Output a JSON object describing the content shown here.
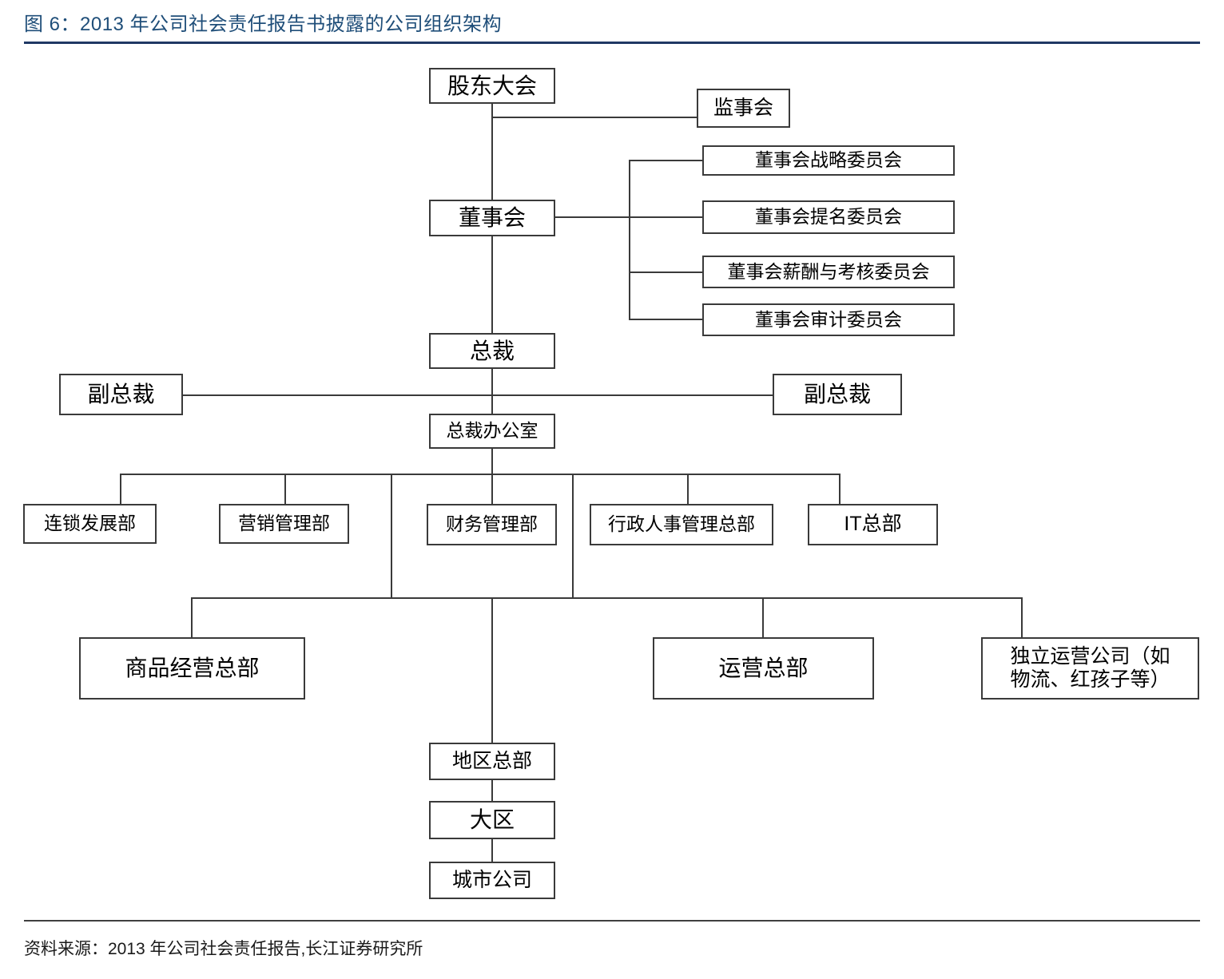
{
  "figure": {
    "title": "图 6：2013 年公司社会责任报告书披露的公司组织架构",
    "source": "资料来源：2013 年公司社会责任报告,长江证券研究所",
    "title_color": "#1f4e79",
    "rule_color": "#1f3864",
    "box_border_color": "#3a3a3a"
  },
  "chart_data": {
    "type": "diagram",
    "title": "图 6：2013 年公司社会责任报告书披露的公司组织架构",
    "nodes": [
      {
        "id": "shareholders",
        "label": "股东大会"
      },
      {
        "id": "supervisors",
        "label": "监事会"
      },
      {
        "id": "board",
        "label": "董事会"
      },
      {
        "id": "strategy_cmte",
        "label": "董事会战略委员会"
      },
      {
        "id": "nomination_cmte",
        "label": "董事会提名委员会"
      },
      {
        "id": "remuneration_cmte",
        "label": "董事会薪酬与考核委员会"
      },
      {
        "id": "audit_cmte",
        "label": "董事会审计委员会"
      },
      {
        "id": "president",
        "label": "总裁"
      },
      {
        "id": "vp_left",
        "label": "副总裁"
      },
      {
        "id": "vp_right",
        "label": "副总裁"
      },
      {
        "id": "president_office",
        "label": "总裁办公室"
      },
      {
        "id": "chain_dev",
        "label": "连锁发展部"
      },
      {
        "id": "marketing_mgmt",
        "label": "营销管理部"
      },
      {
        "id": "finance_mgmt",
        "label": "财务管理部"
      },
      {
        "id": "admin_hr_hq",
        "label": "行政人事管理总部"
      },
      {
        "id": "it_hq",
        "label": "IT总部"
      },
      {
        "id": "merchandise_hq",
        "label": "商品经营总部"
      },
      {
        "id": "operations_hq",
        "label": "运营总部"
      },
      {
        "id": "independent_cos",
        "label": "独立运营公司（如物流、红孩子等）"
      },
      {
        "id": "regional_hq",
        "label": "地区总部"
      },
      {
        "id": "big_region",
        "label": "大区"
      },
      {
        "id": "city_company",
        "label": "城市公司"
      }
    ],
    "edges": [
      {
        "from": "shareholders",
        "to": "supervisors"
      },
      {
        "from": "shareholders",
        "to": "board"
      },
      {
        "from": "board",
        "to": "strategy_cmte"
      },
      {
        "from": "board",
        "to": "nomination_cmte"
      },
      {
        "from": "board",
        "to": "remuneration_cmte"
      },
      {
        "from": "board",
        "to": "audit_cmte"
      },
      {
        "from": "board",
        "to": "president"
      },
      {
        "from": "president",
        "to": "vp_left"
      },
      {
        "from": "president",
        "to": "vp_right"
      },
      {
        "from": "president",
        "to": "president_office"
      },
      {
        "from": "president_office",
        "to": "chain_dev"
      },
      {
        "from": "president_office",
        "to": "marketing_mgmt"
      },
      {
        "from": "president_office",
        "to": "finance_mgmt"
      },
      {
        "from": "president_office",
        "to": "admin_hr_hq"
      },
      {
        "from": "president_office",
        "to": "it_hq"
      },
      {
        "from": "president_office",
        "to": "merchandise_hq"
      },
      {
        "from": "president_office",
        "to": "operations_hq"
      },
      {
        "from": "president_office",
        "to": "independent_cos"
      },
      {
        "from": "president_office",
        "to": "regional_hq"
      },
      {
        "from": "regional_hq",
        "to": "big_region"
      },
      {
        "from": "big_region",
        "to": "city_company"
      }
    ]
  },
  "nodes": {
    "shareholders": "股东大会",
    "supervisors": "监事会",
    "board": "董事会",
    "strategy_cmte": "董事会战略委员会",
    "nomination_cmte": "董事会提名委员会",
    "remuneration_cmte": "董事会薪酬与考核委员会",
    "audit_cmte": "董事会审计委员会",
    "president": "总裁",
    "vp_left": "副总裁",
    "vp_right": "副总裁",
    "president_office": "总裁办公室",
    "chain_dev": "连锁发展部",
    "marketing_mgmt": "营销管理部",
    "finance_mgmt": "财务管理部",
    "admin_hr_hq": "行政人事管理总部",
    "it_hq": "IT总部",
    "merchandise_hq": "商品经营总部",
    "operations_hq": "运营总部",
    "independent_cos_line1": "独立运营公司（如",
    "independent_cos_line2": "物流、红孩子等）",
    "regional_hq": "地区总部",
    "big_region": "大区",
    "city_company": "城市公司"
  }
}
